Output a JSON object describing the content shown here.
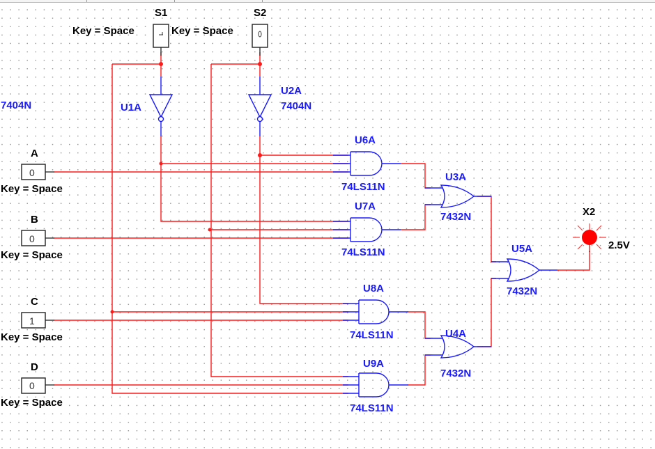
{
  "schematic": {
    "switches": [
      {
        "ref": "S1",
        "key_label": "Key = Space",
        "state_glyph": "1"
      },
      {
        "ref": "S2",
        "key_label": "Key = Space",
        "state_glyph": "0"
      }
    ],
    "inputs": [
      {
        "ref": "A",
        "value": "0",
        "key_label": "Key = Space"
      },
      {
        "ref": "B",
        "value": "0",
        "key_label": "Key = Space"
      },
      {
        "ref": "C",
        "value": "1",
        "key_label": "Key = Space"
      },
      {
        "ref": "D",
        "value": "0",
        "key_label": "Key = Space"
      }
    ],
    "inverters": [
      {
        "ref": "U1A",
        "part": "7404N"
      },
      {
        "ref": "U2A",
        "part": "7404N"
      }
    ],
    "and_gates": [
      {
        "ref": "U6A",
        "part": "74LS11N"
      },
      {
        "ref": "U7A",
        "part": "74LS11N"
      },
      {
        "ref": "U8A",
        "part": "74LS11N"
      },
      {
        "ref": "U9A",
        "part": "74LS11N"
      }
    ],
    "or_gates": [
      {
        "ref": "U3A",
        "part": "7432N"
      },
      {
        "ref": "U4A",
        "part": "7432N"
      },
      {
        "ref": "U5A",
        "part": "7432N"
      }
    ],
    "probe": {
      "ref": "X2",
      "voltage": "2.5V"
    },
    "colors": {
      "wire": "#ff1a1a",
      "component": "#1a1aff",
      "text": "#000000",
      "led_on": "#ff0000"
    }
  }
}
